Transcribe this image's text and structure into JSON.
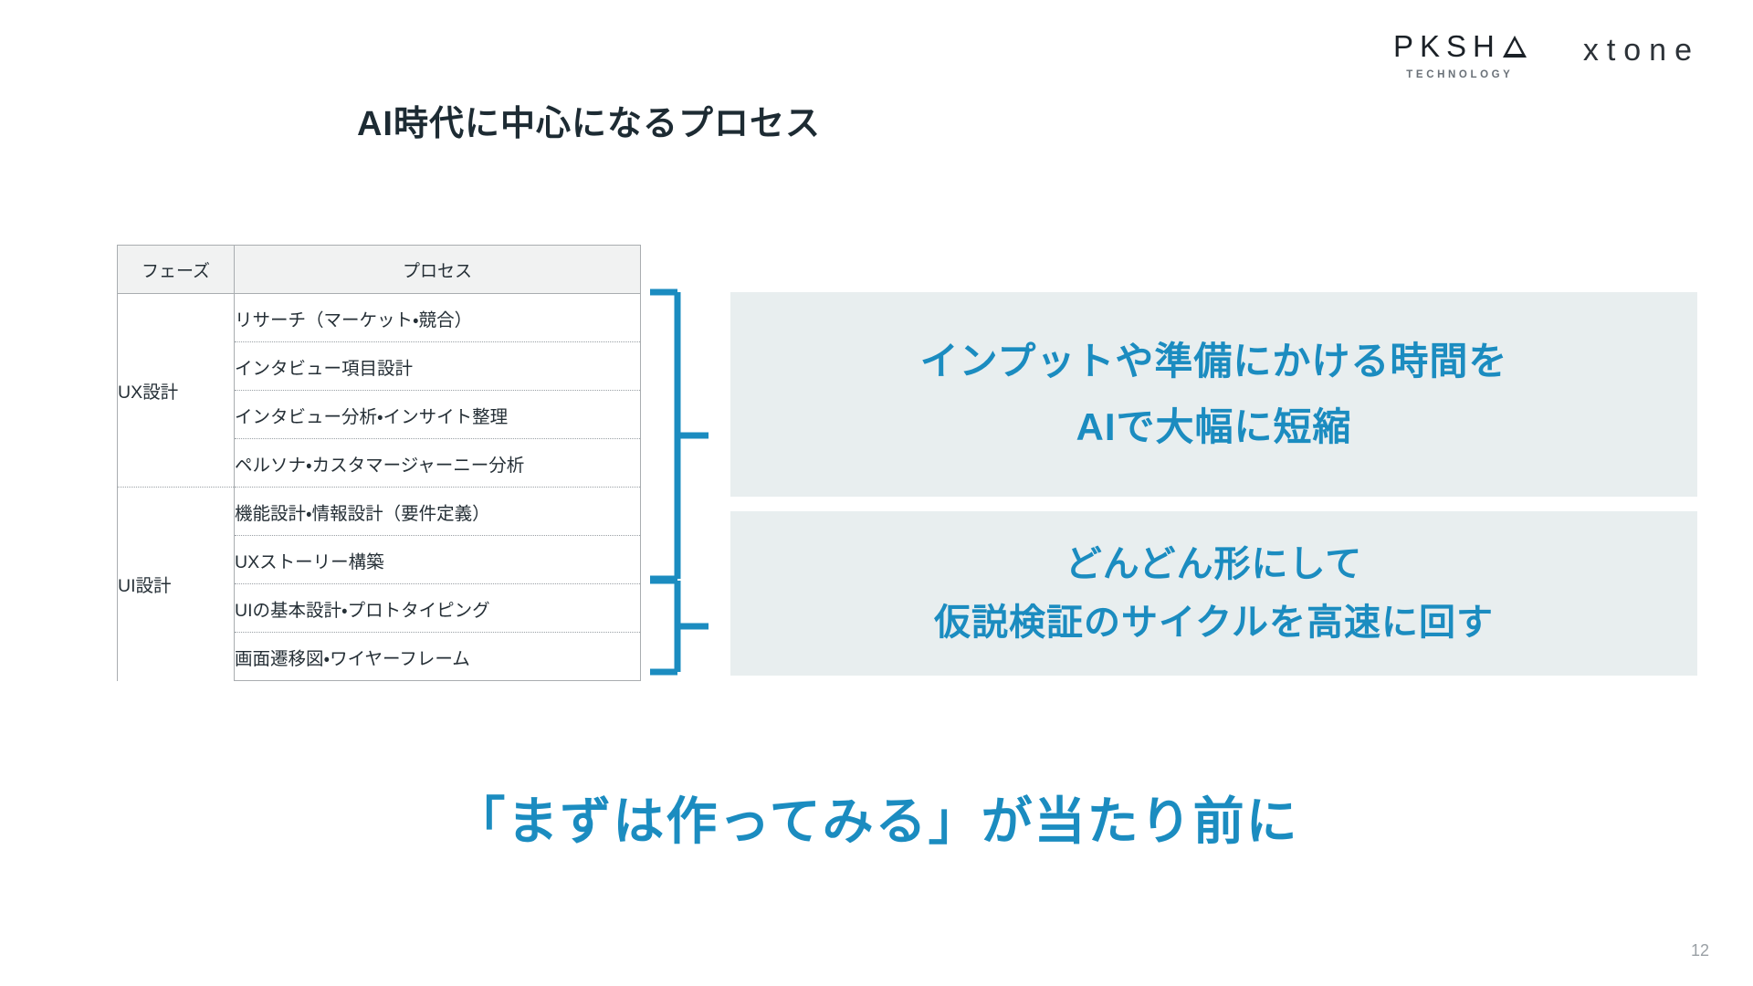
{
  "slide": {
    "page_number": "12",
    "title": "AI時代に中心になるプロセス",
    "headline": "「まずは作ってみる」が当たり前に",
    "accent_color": "#1b8cc0",
    "callout_bg_color": "#e8eeef",
    "title_color": "#1d2b33"
  },
  "logos": {
    "pksha": {
      "wordmark": "PKSH",
      "subtitle": "TECHNOLOGY",
      "triangle_glyph": "delta-a-icon"
    },
    "xtone": {
      "wordmark": "xtone"
    }
  },
  "table": {
    "headers": {
      "phase": "フェーズ",
      "process": "プロセス"
    },
    "groups": [
      {
        "phase": "UX設計",
        "rows": [
          "リサーチ（マーケット・競合）",
          "インタビュー項目設計",
          "インタビュー分析・インサイト整理",
          "ペルソナ・カスタマージャーニー分析"
        ]
      },
      {
        "phase": "UI設計",
        "rows": [
          "機能設計・情報設計（要件定義）",
          "UXストーリー構築",
          "UIの基本設計・プロトタイピング",
          "画面遷移図・ワイヤーフレーム"
        ]
      }
    ]
  },
  "callouts": [
    {
      "line1": "インプットや準備にかける時間を",
      "line2": "AIで大幅に短縮"
    },
    {
      "line1": "どんどん形にして",
      "line2": "仮説検証のサイクルを高速に回す"
    }
  ]
}
